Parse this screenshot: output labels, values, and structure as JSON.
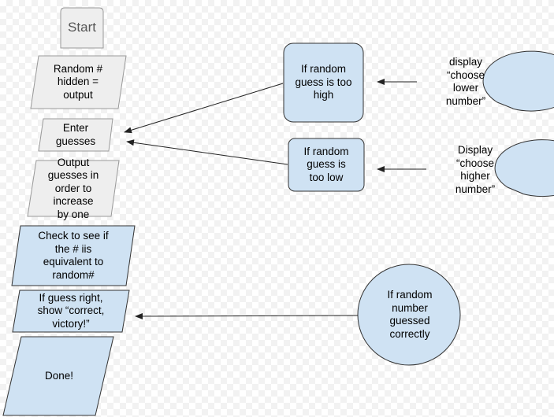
{
  "colors": {
    "grey_fill": "#eeeeee",
    "grey_stroke": "#999999",
    "blue_fill": "#cfe2f3",
    "dark_stroke": "#333333",
    "arrow": "#222222"
  },
  "nodes": {
    "start": "Start",
    "random_hidden": "Random #\nhidden =\noutput",
    "enter_guesses": "Enter\nguesses",
    "output_guesses": "Output\nguesses in\norder to\nincrease\nby one",
    "check_equivalent": "Check to see if\nthe # iis\nequivalent to\nrandom#",
    "guess_right": "If guess right,\nshow “correct,\nvictory!”",
    "done": "Done!",
    "too_high": "If random\nguess is too\nhigh",
    "too_low": "If random\nguess is\ntoo low",
    "display_lower": "display\n“choose\nlower\nnumber”",
    "display_higher": "Display\n“choose\nhigher\nnumber”",
    "guessed_correctly": "If random\nnumber\nguessed\ncorrectly"
  }
}
